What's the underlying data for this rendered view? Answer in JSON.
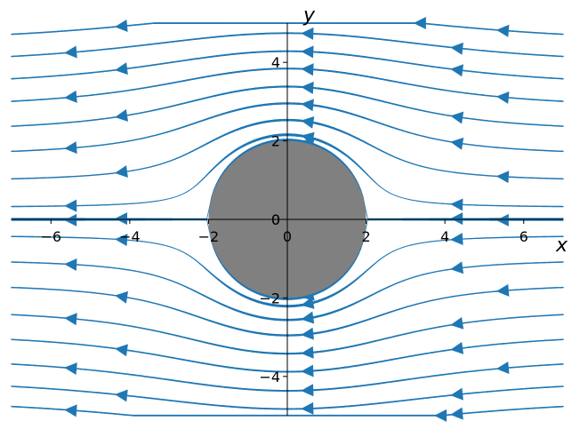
{
  "chart_data": {
    "type": "streamplot",
    "title": "",
    "xlabel": "x",
    "ylabel": "y",
    "xlim": [
      -7,
      7
    ],
    "ylim": [
      -5,
      5
    ],
    "spines": "centered at origin",
    "grid": false,
    "x_ticks": [
      -6,
      -4,
      -2,
      0,
      2,
      4,
      6
    ],
    "y_ticks": [
      -4,
      -2,
      0,
      2,
      4
    ],
    "stream_color": "#1f77b4",
    "flow_direction": "right-to-left (uniform flow toward -x)",
    "obstacle": {
      "shape": "circle",
      "center": [
        0,
        0
      ],
      "radius": 2,
      "color": "#808080"
    },
    "uniform_flow_speed": 1,
    "streamline_offsets": [
      4.45,
      3.9,
      3.35,
      2.8,
      2.2,
      1.6,
      0.95,
      0.3,
      0.02,
      -0.02,
      -0.4,
      -1.0,
      -1.6,
      -2.25,
      -2.85,
      -3.45,
      -4.0,
      -4.5
    ]
  }
}
